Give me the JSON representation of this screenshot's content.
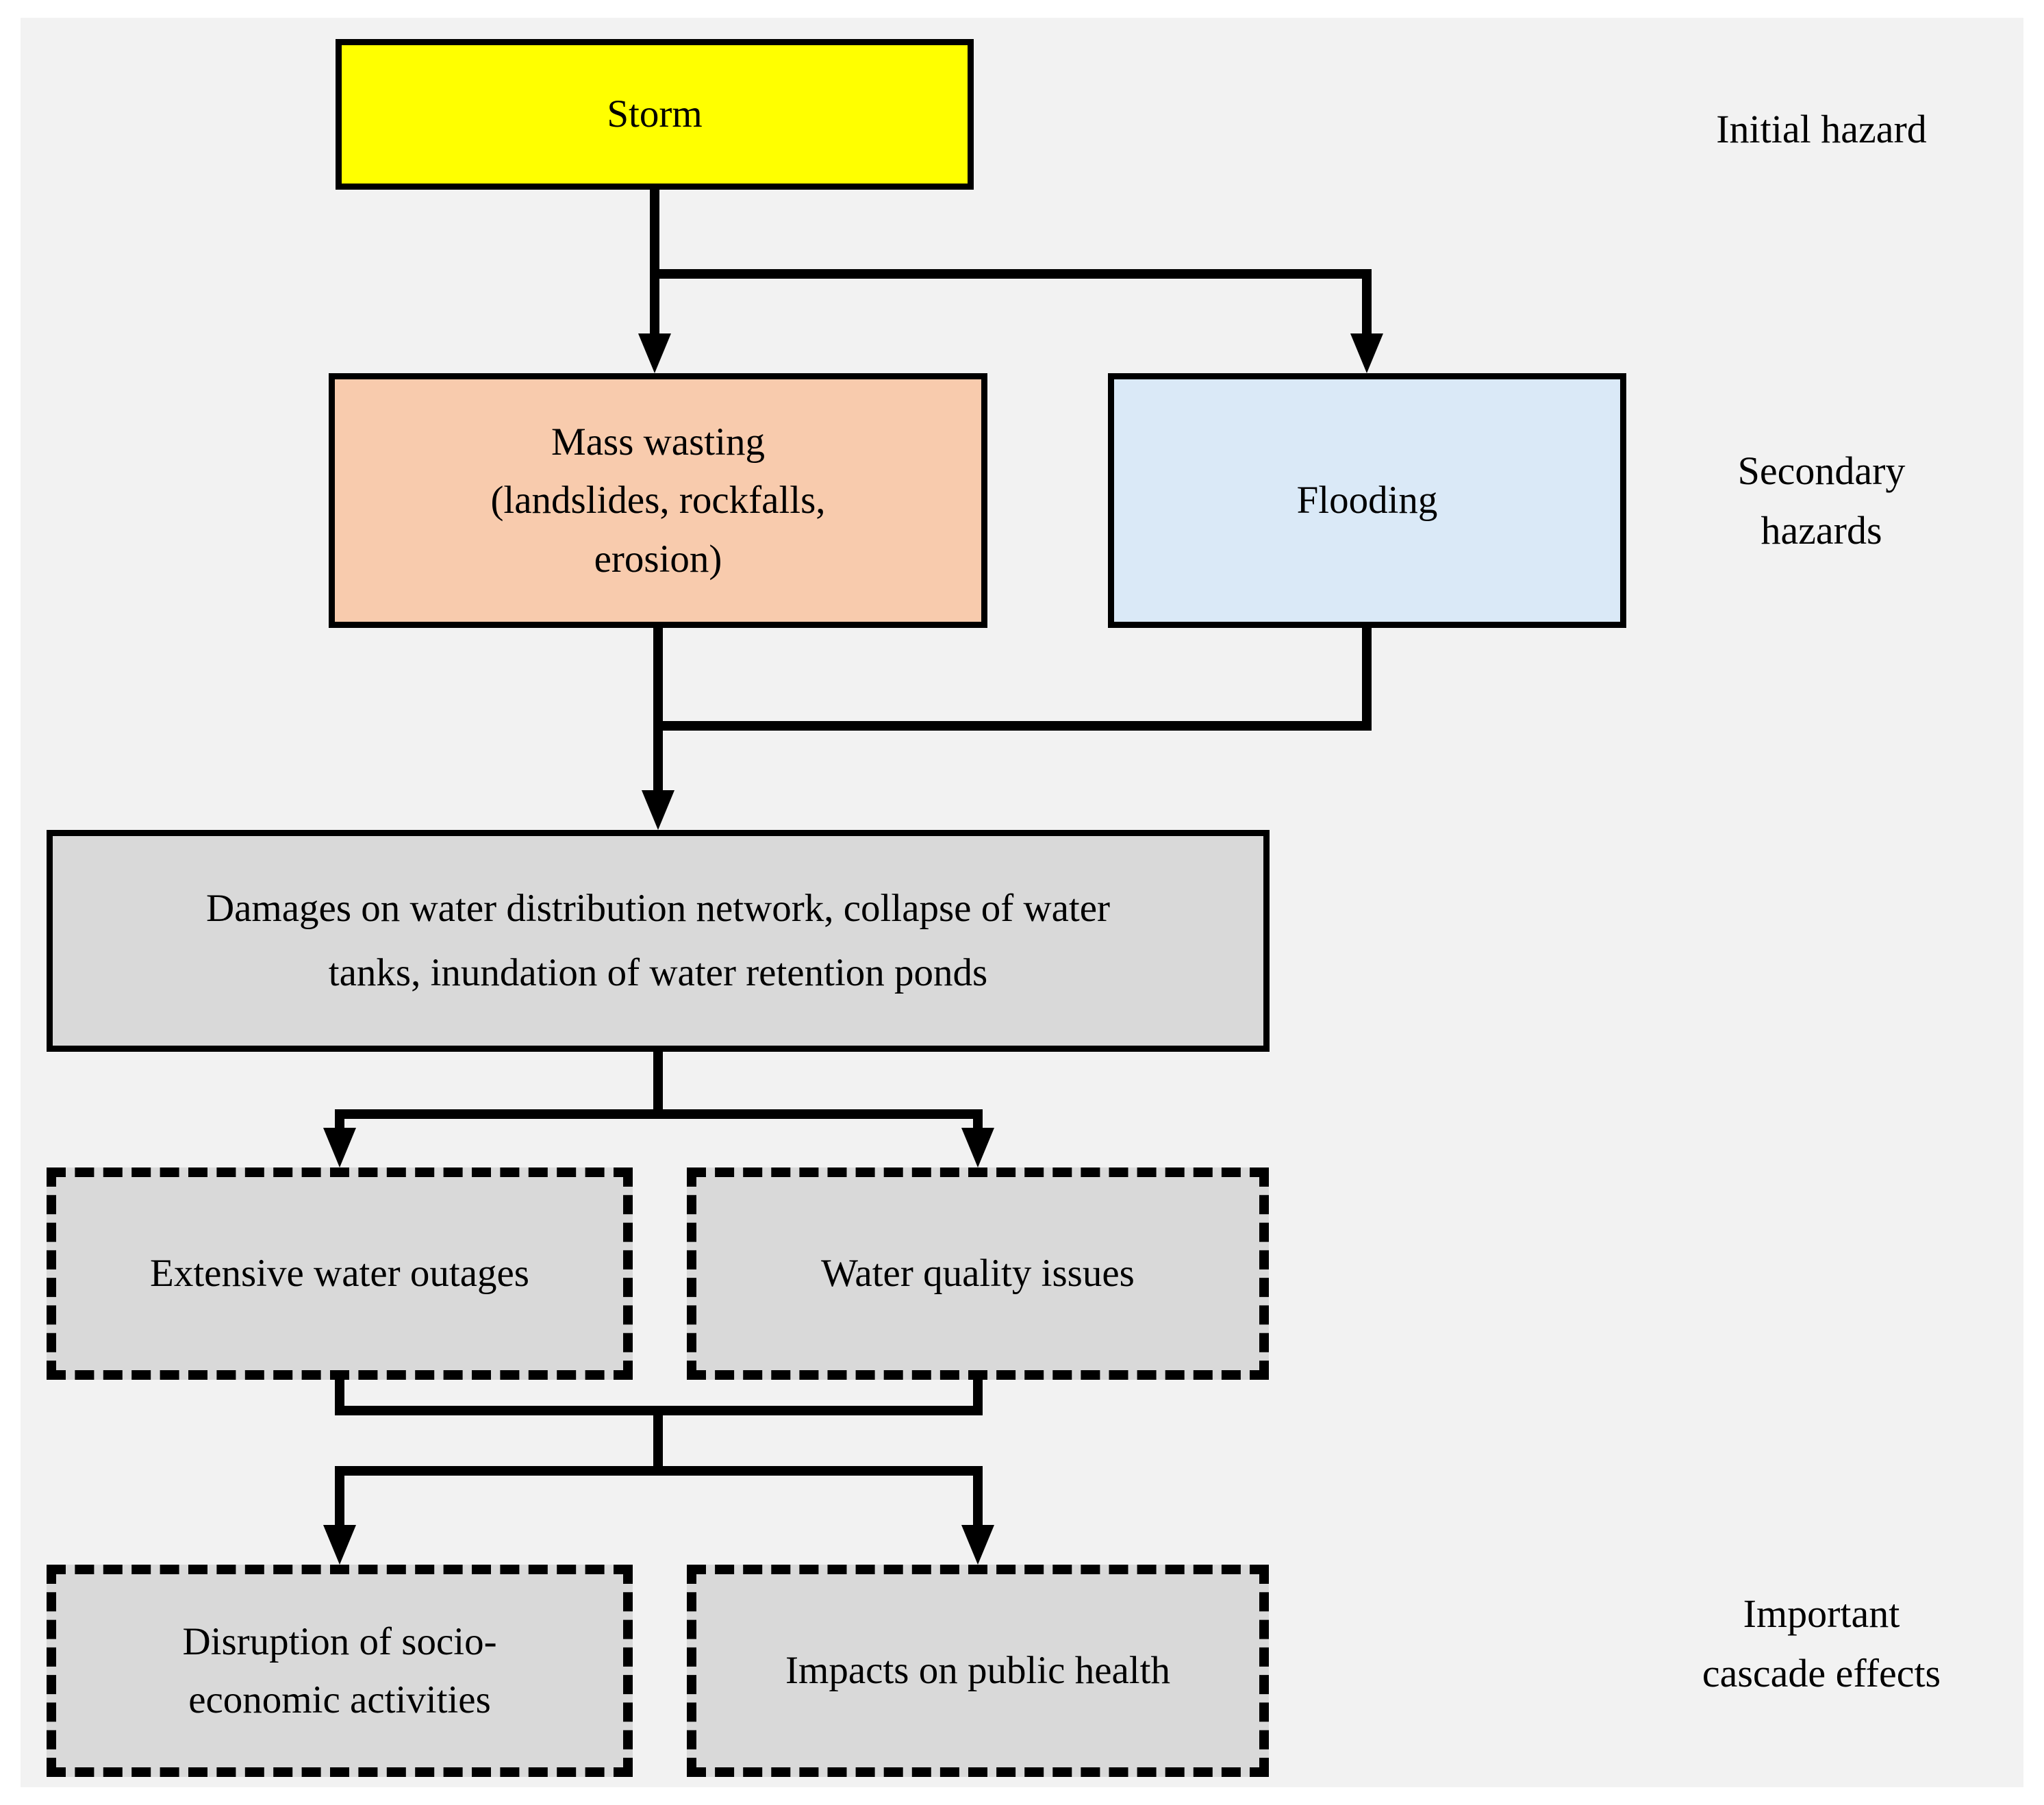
{
  "colors": {
    "canvas_bg": "#F2F2F2",
    "initial_hazard_fill": "#FFFF00",
    "mass_wasting_fill": "#F8CBAD",
    "flooding_fill": "#DAE9F7",
    "effect_fill": "#D9D9D9",
    "line": "#000000"
  },
  "nodes": {
    "storm": {
      "label": "Storm"
    },
    "mass_wasting": {
      "label": "Mass wasting\n(landslides, rockfalls,\nerosion)"
    },
    "flooding": {
      "label": "Flooding"
    },
    "damages": {
      "label": "Damages on water distribution network, collapse of water\ntanks, inundation of water retention ponds"
    },
    "water_outages": {
      "label": "Extensive water outages"
    },
    "water_quality": {
      "label": "Water quality issues"
    },
    "socio_economic": {
      "label": "Disruption of socio-\neconomic activities"
    },
    "public_health": {
      "label": "Impacts on public health"
    }
  },
  "stage_labels": {
    "initial": "Initial hazard",
    "secondary": "Secondary\nhazards",
    "cascade": "Important\ncascade effects"
  }
}
